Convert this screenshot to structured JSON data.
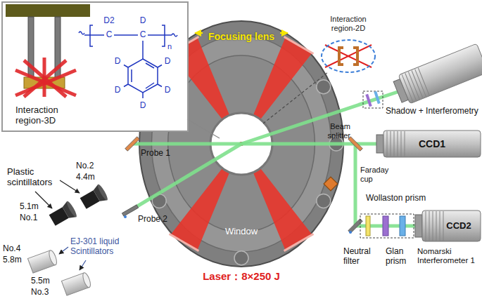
{
  "diagram": {
    "nodes": [
      {
        "text": [
          "Interaction region-3D"
        ]
      },
      {
        "text": [
          "Interaction region-2D"
        ]
      }
    ],
    "labels": [
      "D2",
      "D",
      "C",
      "C",
      "n",
      "D",
      "D",
      "D",
      "D",
      "D",
      "Focusing lens",
      "Shadow + Interferometry",
      "Probe 1",
      "Probe 2",
      "Beam splitter",
      "CCD1",
      "Faraday cup",
      "Window",
      "Laser：8×250 J",
      "Neutral filter",
      "Wollaston prism",
      "Glan prism",
      "CCD2",
      "Nomarski Interferometer 1",
      "Plastic scintillators",
      "No.2",
      "4.4m",
      "5.1m",
      "No.1",
      "EJ-301 liquid Scintillators",
      "No.4",
      "5.8m",
      "5.5m",
      "No.3"
    ]
  }
}
